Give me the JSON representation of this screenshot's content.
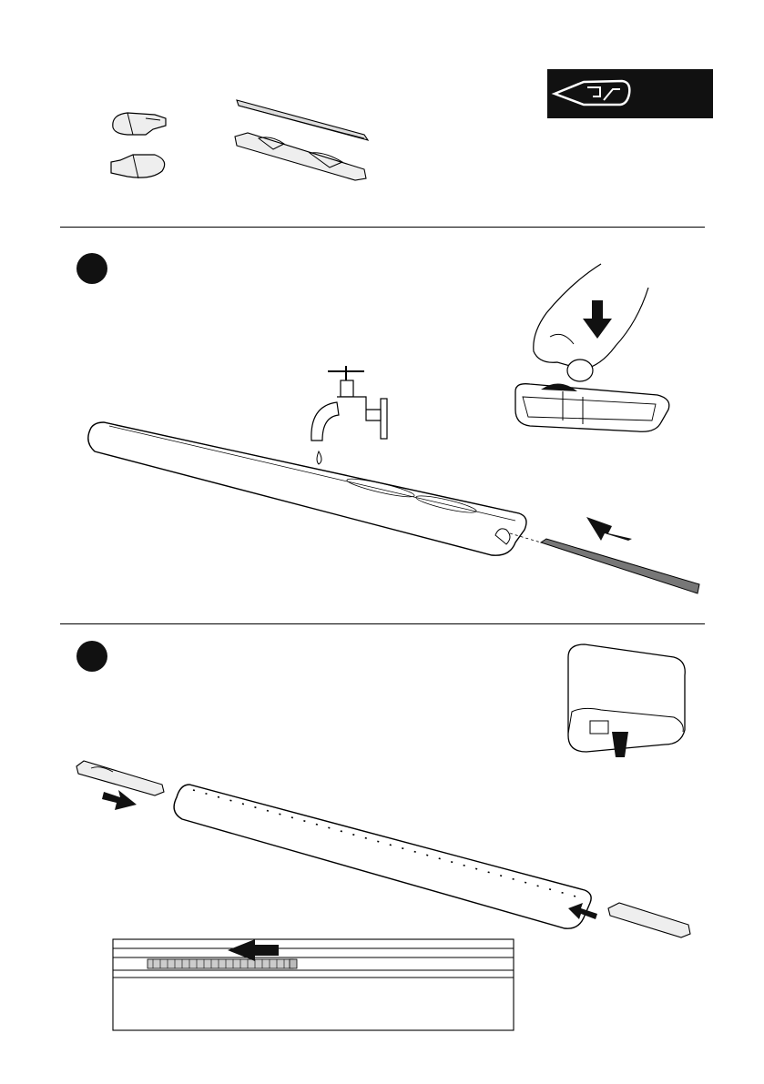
{
  "page": {
    "sections": [
      {
        "id": "parts-overview",
        "step_label": ""
      },
      {
        "id": "step-1",
        "step_label": ""
      },
      {
        "id": "step-2",
        "step_label": ""
      }
    ],
    "icons": {
      "badge": "bar-profile-icon",
      "faucet": "water-tap-icon",
      "hand": "hand-press-icon",
      "arrow": "push-arrow-icon"
    },
    "colors": {
      "ink": "#111111",
      "paper": "#ffffff",
      "rubber": "#777777",
      "end-cap": "#bbbbbb"
    }
  }
}
